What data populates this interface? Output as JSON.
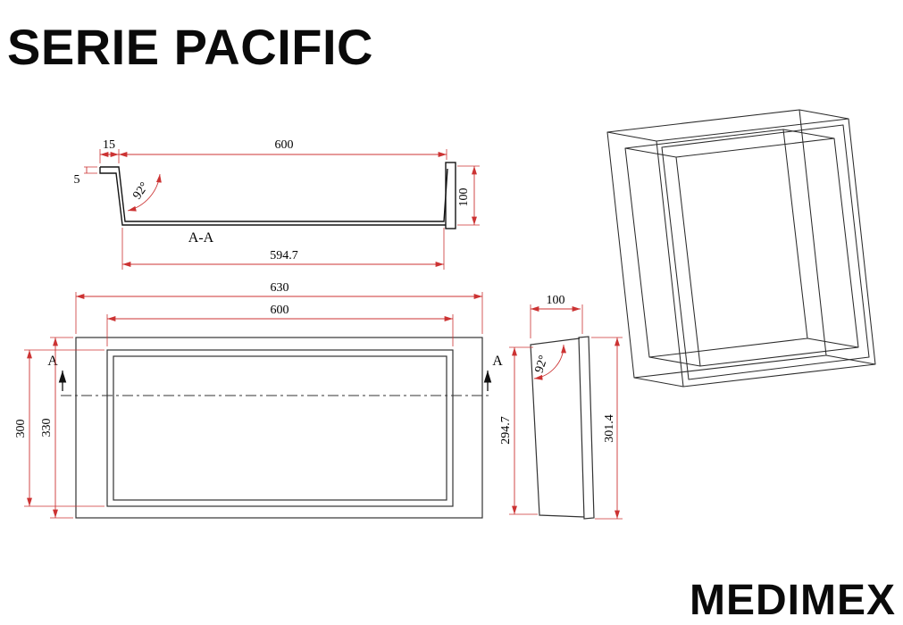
{
  "title": "SERIE PACIFIC",
  "brand": "MEDIMEX",
  "colors": {
    "dimension": "#cc3333",
    "object_line": "#1a1a1a",
    "background": "#ffffff"
  },
  "section_view": {
    "label": "A-A",
    "lip_width": "15",
    "opening_width": "600",
    "lip_height": "5",
    "wall_angle": "92°",
    "depth": "100",
    "bottom_width": "594.7"
  },
  "front_view": {
    "outer_width": "630",
    "opening_width": "600",
    "outer_height": "330",
    "opening_height": "300",
    "section_marker_left": "A",
    "section_marker_right": "A"
  },
  "side_view": {
    "depth": "100",
    "wall_angle": "92°",
    "inner_height": "294.7",
    "outer_height": "301.4"
  }
}
